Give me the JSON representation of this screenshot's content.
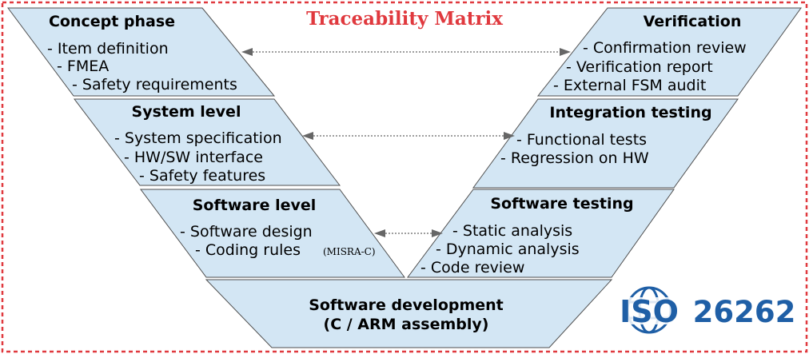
{
  "title": "Traceability Matrix",
  "phases": {
    "concept": {
      "title": "Concept phase",
      "items": [
        "- Item definition",
        "- FMEA",
        "- Safety requirements"
      ]
    },
    "system": {
      "title": "System level",
      "items": [
        "- System specification",
        "- HW/SW interface",
        "- Safety features"
      ]
    },
    "software": {
      "title": "Software level",
      "items": [
        "- Software design",
        "- Coding rules"
      ],
      "note": "(MISRA-C)"
    },
    "development": {
      "title_line1": "Software development",
      "title_line2": "(C / ARM assembly)"
    },
    "sw_testing": {
      "title": "Software testing",
      "items": [
        "- Static analysis",
        "- Dynamic analysis",
        "- Code review"
      ]
    },
    "integration": {
      "title": "Integration testing",
      "items": [
        "- Functional tests",
        "- Regression on HW"
      ]
    },
    "verification": {
      "title": "Verification",
      "items": [
        "- Confirmation review",
        "- Verification report",
        "- External FSM audit"
      ]
    }
  },
  "logo": {
    "acronym": "ISO",
    "number": "26262"
  },
  "colors": {
    "frame": "#e0393e",
    "box_fill": "#d3e6f4",
    "logo": "#1f5fa6"
  }
}
